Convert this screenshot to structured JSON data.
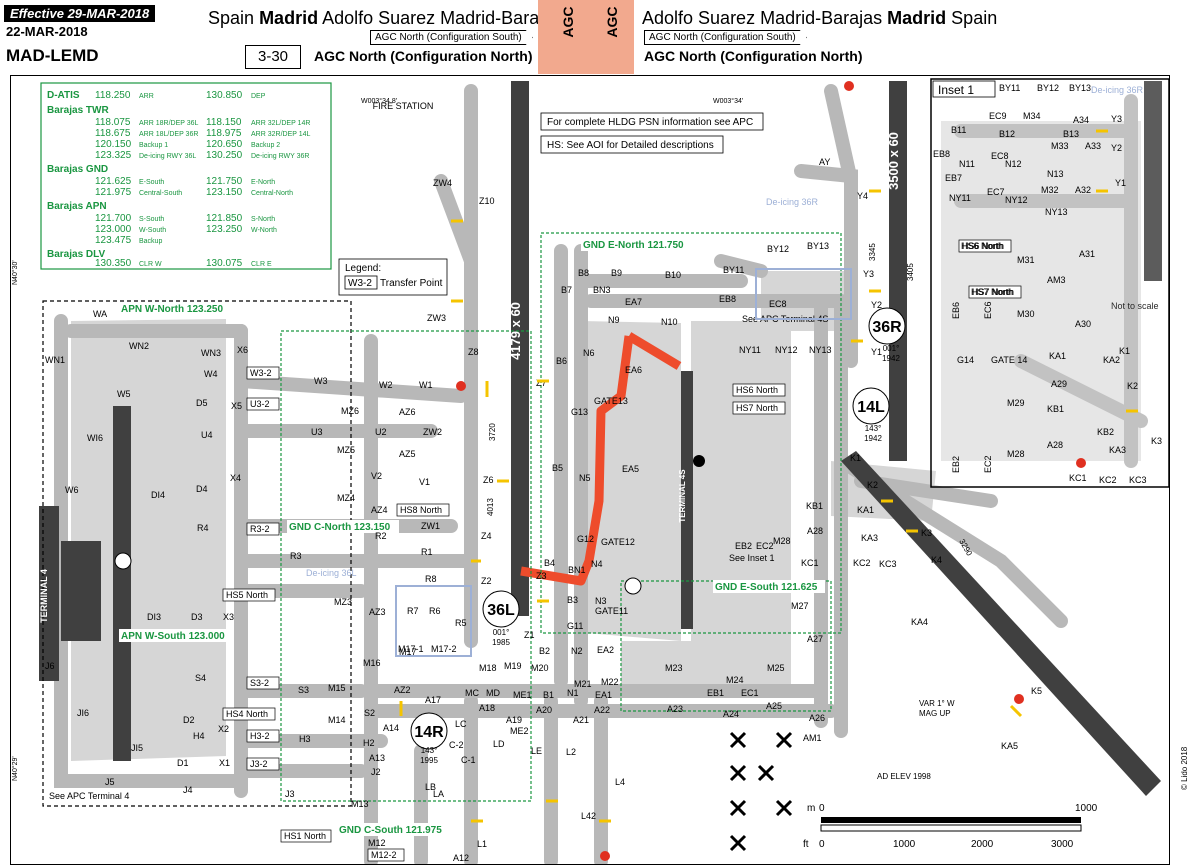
{
  "header": {
    "effective": "Effective 29-MAR-2018",
    "date": "22-MAR-2018",
    "icao": "MAD-LEMD",
    "title_left": {
      "country": "Spain",
      "city": "Madrid",
      "airport": "Adolfo Suarez Madrid-Barajas"
    },
    "title_right": {
      "airport": "Adolfo Suarez Madrid-Barajas",
      "city": "Madrid",
      "country": "Spain"
    },
    "tag": "AGC North (Configuration South)",
    "subtitle": "AGC North (Configuration North)",
    "chart_number": "3-30",
    "agc": "AGC",
    "band_color": "#f2a98e"
  },
  "freq": {
    "datis": {
      "label": "D-ATIS",
      "f1": "118.250",
      "u1": "ARR",
      "f2": "130.850",
      "u2": "DEP"
    },
    "twr": {
      "title": "Barajas TWR",
      "rows": [
        [
          "118.075",
          "ARR 18R/DEP 36L",
          "118.150",
          "ARR 32L/DEP 14R"
        ],
        [
          "118.675",
          "ARR 18L/DEP 36R",
          "118.975",
          "ARR 32R/DEP 14L"
        ],
        [
          "120.150",
          "Backup 1",
          "120.650",
          "Backup 2"
        ],
        [
          "123.325",
          "De-icing RWY 36L",
          "130.250",
          "De-icing RWY 36R"
        ]
      ]
    },
    "gnd": {
      "title": "Barajas GND",
      "rows": [
        [
          "121.625",
          "E-South",
          "121.750",
          "E-North"
        ],
        [
          "121.975",
          "Central-South",
          "123.150",
          "Central-North"
        ]
      ]
    },
    "apn": {
      "title": "Barajas APN",
      "rows": [
        [
          "121.700",
          "S-South",
          "121.850",
          "S-North"
        ],
        [
          "123.000",
          "W-South",
          "123.250",
          "W-North"
        ],
        [
          "123.475",
          "Backup",
          "",
          ""
        ]
      ]
    },
    "dlv": {
      "title": "Barajas DLV",
      "rows": [
        [
          "130.350",
          "CLR W",
          "130.075",
          "CLR E"
        ]
      ]
    }
  },
  "notes": {
    "hldg": "For complete HLDG PSN information see APC",
    "hs": "HS: See AOI for Detailed descriptions",
    "legend_title": "Legend:",
    "legend_box": "W3-2",
    "legend_text": "Transfer Point",
    "not_to_scale": "Not to scale",
    "see_apc_t4": "See APC Terminal 4",
    "see_apc_t4s": "See APC Terminal 4S",
    "see_inset": "See Inset 1",
    "inset_title": "Inset 1",
    "fire_station": "FIRE STATION",
    "lon1": "W003°34.8'",
    "lon2": "W003°34'",
    "lat1": "N40°30'",
    "lat2": "N40°29'",
    "var": "VAR 1° W",
    "mag": "MAG UP",
    "elev": "AD ELEV 1998",
    "copyright": "© Lido 2018"
  },
  "scale": {
    "m_label": "m",
    "ft_label": "ft",
    "m0": "0",
    "m1000": "1000",
    "ft0": "0",
    "ft1000": "1000",
    "ft2000": "2000",
    "ft3000": "3000"
  },
  "zones": {
    "apn_w_north": "APN W-North 123.250",
    "apn_w_south": "APN W-South 123.000",
    "gnd_c_north": "GND C-North 123.150",
    "gnd_c_south": "GND C-South 121.975",
    "gnd_e_north": "GND E-North 121.750",
    "gnd_e_south": "GND E-South 121.625"
  },
  "runways": {
    "r1": {
      "label": "4179 x 60"
    },
    "r2": {
      "label": "3500 x 60"
    },
    "r3": {
      "label": "3500 x 60"
    },
    "n36l": "36L",
    "n36l_hdg": "001°",
    "n36l_elev": "1985",
    "n36r": "36R",
    "n36r_hdg": "001°",
    "n36r_elev": "1942",
    "n14l": "14L",
    "n14l_hdg": "143°",
    "n14l_elev": "1942",
    "n14r": "14R",
    "n14r_hdg": "143°",
    "n14r_elev": "1995",
    "deicing36l": "De-icing 36L",
    "deicing36r": "De-icing 36R",
    "terminal4": "TERMINAL 4",
    "terminal4s": "TERMINAL 4S"
  },
  "transfer": [
    "W3-2",
    "U3-2",
    "R3-2",
    "HS5 North",
    "S3-2",
    "HS4 North",
    "H3-2",
    "J3-2",
    "HS1 North",
    "M12-2",
    "HS8 North",
    "HS6 North",
    "HS7 North",
    "HS6 North",
    "HS7 North"
  ],
  "taxi": [
    "WA",
    "WN1",
    "WN2",
    "WN3",
    "X6",
    "W4",
    "W3",
    "W2",
    "W1",
    "W5",
    "WI6",
    "W6",
    "D5",
    "X5",
    "U4",
    "U3",
    "U2",
    "D4",
    "X4",
    "DI4",
    "R4",
    "R3",
    "R2",
    "R1",
    "R8",
    "R7",
    "R6",
    "R5",
    "X3",
    "D3",
    "DI3",
    "J6",
    "JI6",
    "JI5",
    "J5",
    "J4",
    "D1",
    "X1",
    "D2",
    "X2",
    "H4",
    "H3",
    "H2",
    "S4",
    "S3",
    "S2",
    "M16",
    "M15",
    "M14",
    "M13",
    "M12",
    "MZ6",
    "MZ5",
    "MZ4",
    "MZ3",
    "AZ6",
    "AZ5",
    "AZ4",
    "AZ3",
    "AZ2",
    "ZW1",
    "ZW2",
    "ZW3",
    "ZW4",
    "Z10",
    "Z8",
    "Z7",
    "Z6",
    "Z4",
    "Z2",
    "Z1",
    "Z3",
    "V1",
    "V2",
    "A17",
    "A18",
    "A19",
    "A20",
    "A21",
    "A22",
    "A23",
    "A24",
    "A25",
    "A26",
    "A27",
    "MC",
    "MD",
    "ME1",
    "ME2",
    "M17",
    "M18",
    "M19",
    "M20",
    "M21",
    "M22",
    "M23",
    "M24",
    "M25",
    "M27",
    "M28",
    "B1",
    "B2",
    "B3",
    "B4",
    "B5",
    "B6",
    "B7",
    "B8",
    "B9",
    "B10",
    "BN1",
    "BN3",
    "N1",
    "N2",
    "N3",
    "N4",
    "N5",
    "N6",
    "N9",
    "N10",
    "NY11",
    "NY12",
    "NY13",
    "G11",
    "G12",
    "G13",
    "GATE11",
    "GATE12",
    "GATE13",
    "EA1",
    "EA2",
    "EA5",
    "EA6",
    "EA7",
    "EB1",
    "EB2",
    "EC1",
    "EC2",
    "EB8",
    "EC8",
    "BY11",
    "BY12",
    "BY13",
    "AY",
    "Y1",
    "Y2",
    "Y3",
    "Y4",
    "K1",
    "K2",
    "K3",
    "K4",
    "K5",
    "KA1",
    "KA3",
    "KA4",
    "KA5",
    "KB1",
    "KC1",
    "KC2",
    "KC3",
    "A28",
    "L1",
    "L2",
    "L4",
    "L42",
    "LA",
    "LB",
    "LC",
    "LD",
    "LE",
    "C-1",
    "C-2",
    "J2",
    "J3",
    "AM1",
    "A12",
    "A13",
    "A14",
    "M17-1",
    "M17-2"
  ],
  "inset": [
    "BY11",
    "BY12",
    "BY13",
    "B11",
    "B12",
    "B13",
    "EC9",
    "M34",
    "A34",
    "Y3",
    "Y2",
    "Y1",
    "EB8",
    "N11",
    "EC8",
    "N12",
    "N13",
    "M33",
    "A33",
    "EB7",
    "EC7",
    "NY11",
    "NY12",
    "M32",
    "A32",
    "NY13",
    "A31",
    "HS6 North",
    "HS7 North",
    "M31",
    "AM3",
    "EB6",
    "EC6",
    "M30",
    "A30",
    "G14",
    "GATE 14",
    "KA1",
    "K1",
    "A29",
    "KA2",
    "K2",
    "KB1",
    "A28",
    "KB2",
    "K3",
    "KA3",
    "EB2",
    "EC2",
    "M29",
    "M28",
    "KC1",
    "KC2",
    "KC3"
  ],
  "misc": [
    "3720",
    "4013",
    "3345",
    "3290",
    "3405"
  ]
}
